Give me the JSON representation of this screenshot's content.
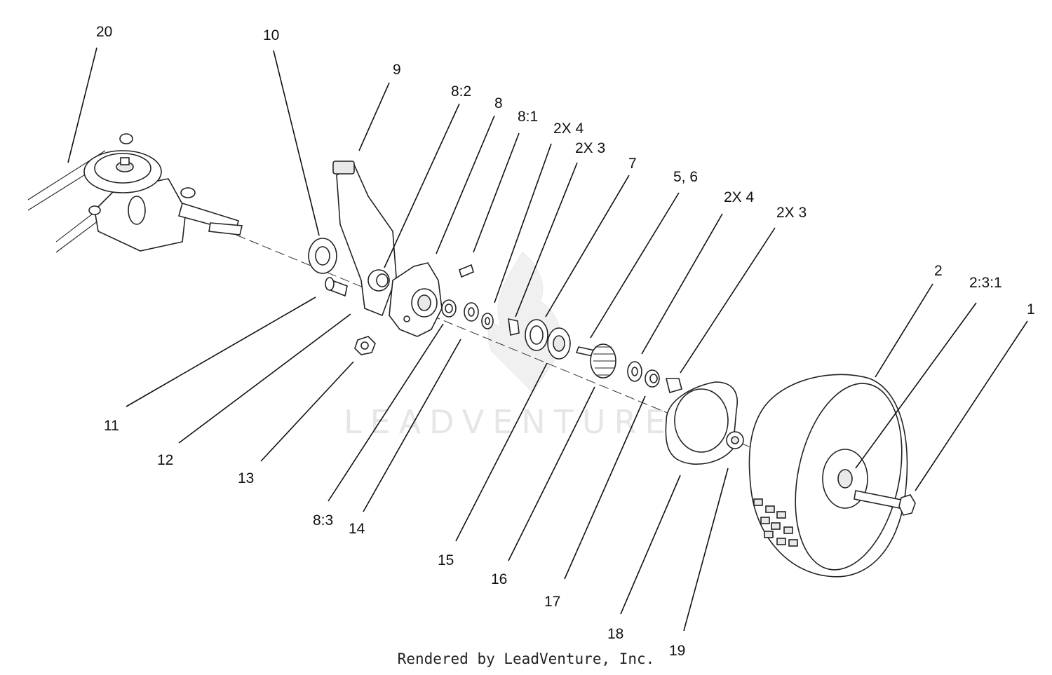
{
  "watermark": "LEADVENTURE",
  "credit": "Rendered by LeadVenture, Inc.",
  "callouts": [
    "20",
    "10",
    "9",
    "8:2",
    "8",
    "8:1",
    "2X 4",
    "2X 3",
    "7",
    "5, 6",
    "2X 4",
    "2X 3",
    "2",
    "2:3:1",
    "1",
    "11",
    "12",
    "13",
    "8:3",
    "14",
    "15",
    "16",
    "17",
    "18",
    "19"
  ]
}
